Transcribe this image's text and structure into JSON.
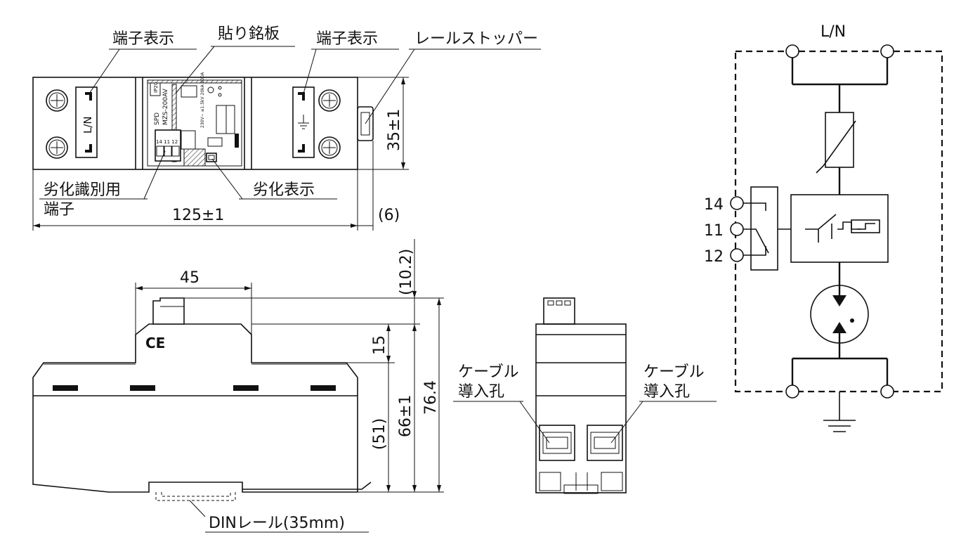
{
  "top_view": {
    "label_terminal_left": "端子表示",
    "label_nameplate": "貼り銘板",
    "label_terminal_right": "端子表示",
    "label_rail_stopper": "レールストッパー",
    "label_degradation_terminal_line1": "劣化識別用",
    "label_degradation_terminal_line2": "端子",
    "label_degradation_display": "劣化表示",
    "dim_width": "125±1",
    "dim_height": "35±1",
    "dim_offset": "(6)",
    "terminal_left_mark": "L/N",
    "nameplate": {
      "spd": "SPD",
      "model": "MZS-200AV",
      "ip": "IP20",
      "terminals": "14 11 12",
      "specs": "230V~ ≤1.5kV 20kA 200A"
    }
  },
  "side_view": {
    "dim_45": "45",
    "dim_10_2": "(10.2)",
    "dim_15": "15",
    "dim_76_4": "76.4",
    "dim_66": "66±1",
    "dim_51": "(51)",
    "ce_mark": "CE",
    "din_rail_label": "DINレール(35mm)"
  },
  "front_view": {
    "cable_hole_left_line1": "ケーブル",
    "cable_hole_left_line2": "導入孔",
    "cable_hole_right_line1": "ケーブル",
    "cable_hole_right_line2": "導入孔"
  },
  "schematic": {
    "top_label": "L/N",
    "terminal_14": "14",
    "terminal_11": "11",
    "terminal_12": "12"
  }
}
